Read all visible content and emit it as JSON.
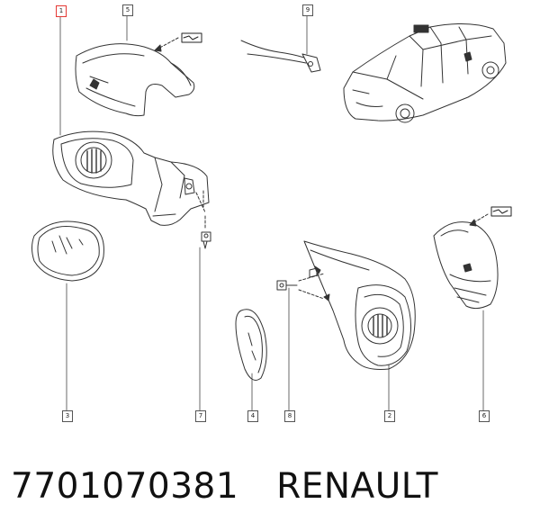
{
  "callouts": {
    "c1": "1",
    "c2": "2",
    "c3": "3",
    "c4": "4",
    "c5": "5",
    "c6": "6",
    "c7": "7",
    "c8": "8",
    "c9": "9"
  },
  "caption": {
    "part_number": "7701070381",
    "brand": "RENAULT"
  },
  "colors": {
    "line": "#333333",
    "highlight": "#e53935"
  }
}
